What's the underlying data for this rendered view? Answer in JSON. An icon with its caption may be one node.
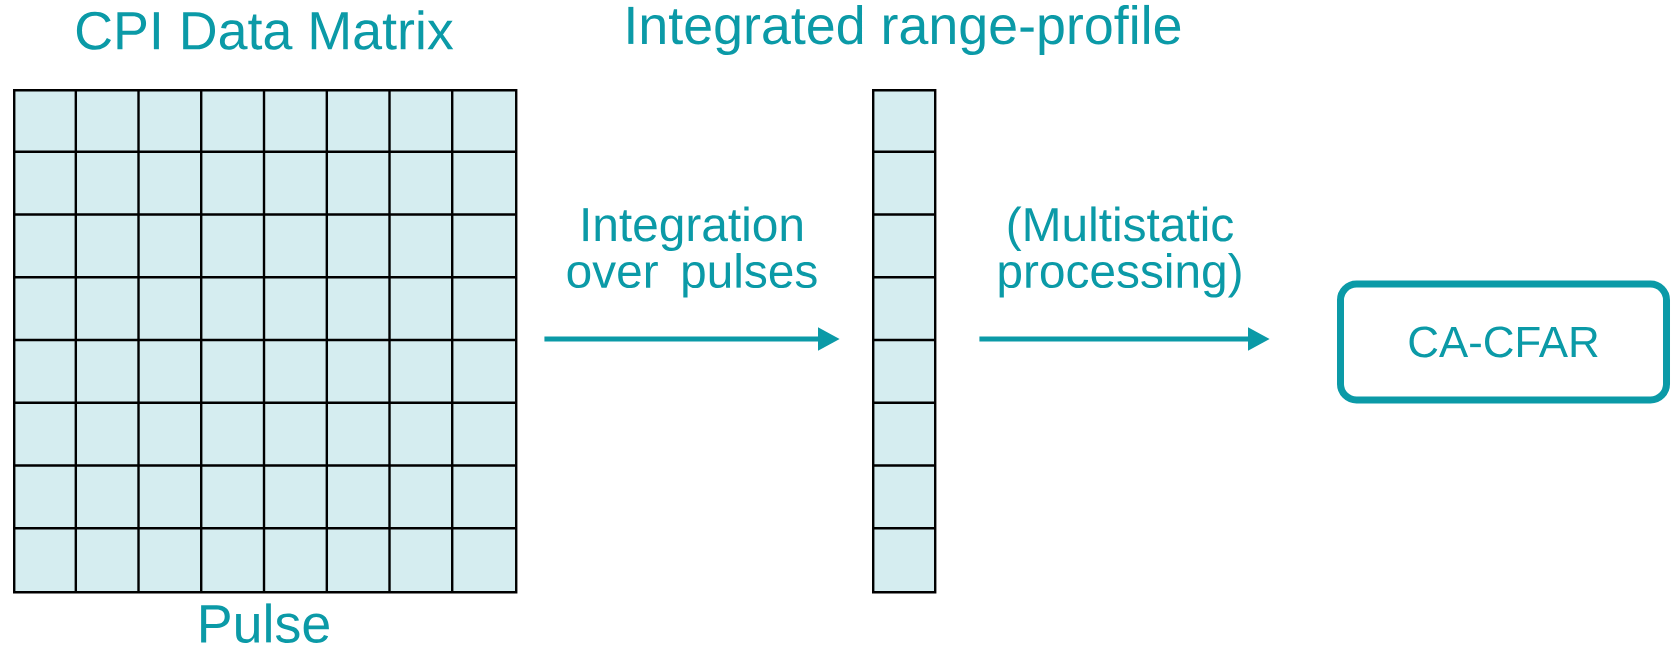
{
  "diagram": {
    "nodes": [
      {
        "text": [
          "CPI Data Matrix"
        ],
        "beside": [
          "Pulse"
        ]
      },
      {
        "text": [
          "Integrated range-profile"
        ]
      },
      {
        "text": [
          "CA-CFAR"
        ]
      }
    ],
    "edges": [
      {
        "from": 0,
        "to": 1,
        "arrow": "to",
        "label": "Integration over pulses"
      },
      {
        "from": 1,
        "to": 2,
        "arrow": "to",
        "label": "(Multistatic processing)"
      }
    ]
  }
}
